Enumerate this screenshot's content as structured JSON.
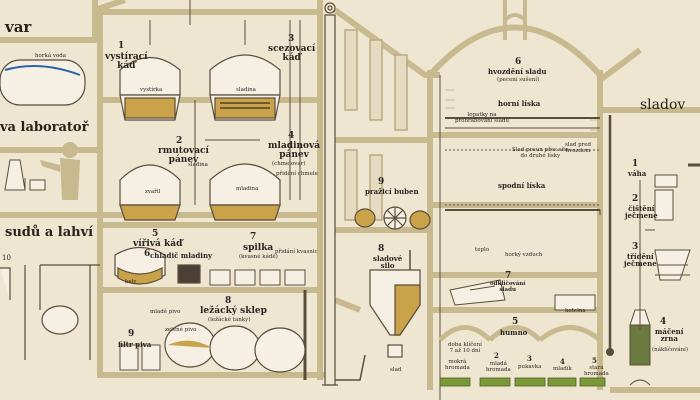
{
  "sections": {
    "left_top": "var",
    "left_mid": "va laboratoř",
    "left_bottom": "sudů a lahví",
    "right": "sladov"
  },
  "labels": {
    "n1": "1",
    "vystiraci_kad": "vystírací\nkáď",
    "vystirka": "vystírka",
    "n3": "3",
    "scezovaci_kad": "scezovací\nkáď",
    "sladina_tank": "sladina",
    "n2": "2",
    "rmutovaci_panev": "rmutovací\npánev",
    "zvaril": "zvařil",
    "sladina_pipe": "sladina",
    "n4": "4",
    "mladinova_panev": "mladinová\npánev",
    "mladinova_panev_sub": "(chmelovar)",
    "pridani_chmele": "přidání chmele",
    "mladina_tank": "mladina",
    "n5": "5",
    "virivá_kad": "vířivá káď",
    "kaly": "kaly",
    "n6_cool": "6",
    "chladic_mladiny": "chladič mladiny",
    "n7_spilka": "7",
    "spilka": "spilka",
    "spilka_sub": "(kvasné kádě)",
    "pridani_kvasnic": "přidání kvasnic",
    "n8_cellar": "8",
    "lezacky_sklep": "ležácký sklep",
    "lezacky_sub": "(ležácké tanky)",
    "mlade_pivo": "mladé pivo",
    "n9_filter": "9",
    "filtr_piva": "filtr piva",
    "zelene_pivo": "zelené pivo",
    "bourka_voda": "horká voda",
    "n10": "10",
    "n6_kiln": "6",
    "hvozdeni_sladu": "hvozdění sladu",
    "hvozdeni_sub": "(pecení sušení)",
    "horni_liska": "horní líska",
    "lopatky": "lopatky na\nprohrabování sladu",
    "slad_pred": "slad pred\nhvozdem",
    "slad_posun": "Slad posun přes síto\ndo druhé lísky",
    "spodni_liska": "spodní líska",
    "n9_roast": "9",
    "prazici_buben": "pražicí buben",
    "n8_silo": "8",
    "sladove_silo": "sladové\nsilo",
    "slad_label": "slad",
    "horky_vzduch": "horký vzduch",
    "teplo": "teplo",
    "n7_sep": "7",
    "odklicovani_sladu": "odkličování\nsladu",
    "kotelna": "kotelna",
    "n5_floor": "5",
    "humno": "humno",
    "n1_r": "1",
    "vaha": "váha",
    "n2_r": "2",
    "cisteni_jecmene": "čištění\nječmene",
    "n3_r": "3",
    "trideni_jecmene": "třídění\nječmene",
    "n4_r": "4",
    "macteni_zrna": "máčení\nzrna",
    "macteni_sub": "(náklíčování)",
    "mokra_hromada": "mokrá\nhromada",
    "n2_floor": "2",
    "mladá_hromada": "mladá\nhromada",
    "n3_floor": "3",
    "pukavka": "pukavka",
    "n4_floor": "4",
    "mladik": "mladík",
    "n5_floor2": "5",
    "stara_hromada": "stará\nhromada",
    "doba_klic": "doba klíčení\n7 až 10 dní"
  },
  "colors": {
    "background": "#efe6d2",
    "line": "#5a4e3a",
    "wall": "#c8b98f",
    "wall_dark": "#a8986a",
    "liquid": "#c9a24a",
    "malt": "#d2a93d",
    "green": "#7a9a3a"
  }
}
